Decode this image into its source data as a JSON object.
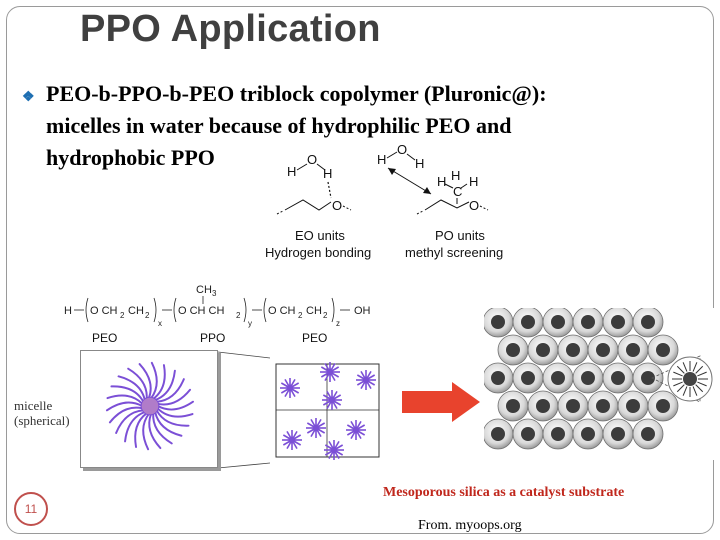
{
  "title": "PPO Application",
  "bullet": {
    "lines": [
      "PEO-b-PPO-b-PEO triblock copolymer (Pluronic@):",
      "micelles in water because of hydrophilic PEO and",
      "hydrophobic PPO"
    ]
  },
  "chem": {
    "eo_atoms": {
      "h1": "H",
      "o": "O",
      "h2": "H",
      "ring_o": "O"
    },
    "po_atoms": {
      "h1": "H",
      "o": "O",
      "h2": "H",
      "ch_h1": "H",
      "ch_h2": "H",
      "c": "C",
      "ch_h3": "H",
      "ring_o": "O"
    },
    "eo_label1": "EO units",
    "eo_label2": "Hydrogen bonding",
    "po_label1": "PO units",
    "po_label2": "methyl screening"
  },
  "polymer": {
    "formula_h": "H",
    "seg1": "O CH",
    "seg1b": "CH",
    "sub2a": "2",
    "sub2b": "2",
    "x": "x",
    "ch3": "CH",
    "ch3sub": "3",
    "seg2": "O CH CH",
    "sub2c": "2",
    "y": "y",
    "seg3": "O CH",
    "seg3b": "CH",
    "sub2d": "2",
    "sub2e": "2",
    "z": "z",
    "end": "OH",
    "label_peo1": "PEO",
    "label_ppo": "PPO",
    "label_peo2": "PEO"
  },
  "micelle": {
    "label_line1": "micelle",
    "label_line2": "(spherical)"
  },
  "caption": "Mesoporous silica as a catalyst substrate",
  "credit": "From. myoops.org",
  "page_number": "11",
  "colors": {
    "accent": "#c0504d",
    "arrow": "#e8432d",
    "micelle": "#7b4fd6",
    "caption": "#c0271c"
  }
}
